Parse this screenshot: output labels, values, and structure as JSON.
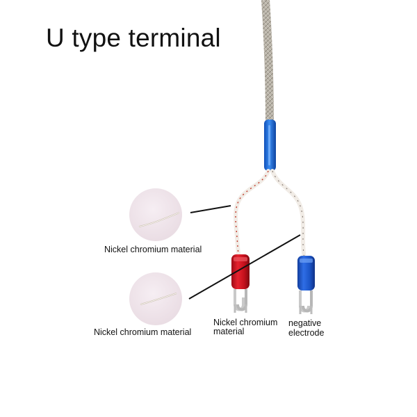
{
  "title": "U type terminal",
  "labels": {
    "top_circle": "Nickel chromium material",
    "bottom_circle": "Nickel chromium material",
    "red_terminal": "Nickel chromium material",
    "blue_terminal": "negative electrode"
  },
  "colors": {
    "red_terminal": "#d8121f",
    "blue_terminal": "#1e58d6",
    "blue_sleeve": "#1f6fe0",
    "braided_cable": "#b9b3a8",
    "wire_red_fleck": "#c0392b"
  }
}
